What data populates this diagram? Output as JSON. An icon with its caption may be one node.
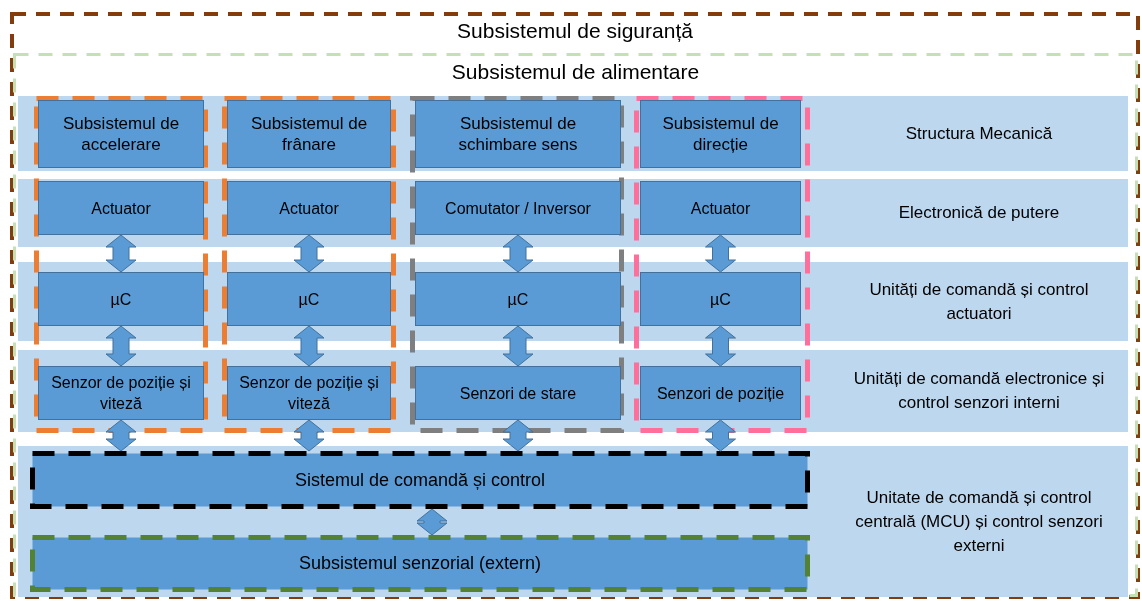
{
  "diagram": {
    "nodes": [
      {
        "text": [
          "Subsistemul de siguranță"
        ]
      },
      {
        "text": [
          "Subsistemul de alimentare"
        ],
        "in": 0
      },
      {
        "text": [
          "Structura Mecanică"
        ],
        "in": 1
      },
      {
        "text": [
          "Electronică de putere"
        ],
        "in": 1
      },
      {
        "text": [
          "Unități de comandă și control actuatori"
        ],
        "in": 1
      },
      {
        "text": [
          "Unități de comandă electronice și control senzori interni"
        ],
        "in": 1
      },
      {
        "text": [
          "Unitate de comandă și control centrală (MCU) și control senzori externi"
        ],
        "in": 1
      },
      {
        "text": [],
        "shape": "box",
        "in": 1
      },
      {
        "text": [
          "Subsistemul de accelerare"
        ]
      },
      {
        "text": [
          "Actuator"
        ]
      },
      {
        "text": [
          "µC"
        ]
      },
      {
        "text": [
          "Senzor de poziție și viteză"
        ]
      },
      {
        "text": [],
        "shape": "box",
        "in": 1
      },
      {
        "text": [
          "Subsistemul de frânare"
        ]
      },
      {
        "text": [
          "Actuator"
        ]
      },
      {
        "text": [
          "µC"
        ]
      },
      {
        "text": [
          "Senzor de poziție și viteză"
        ]
      },
      {
        "text": [],
        "shape": "box",
        "in": 1
      },
      {
        "text": [
          "Subsistemul de schimbare sens"
        ]
      },
      {
        "text": [
          "Comutator / Inversor"
        ]
      },
      {
        "text": [
          "µC"
        ]
      },
      {
        "text": [
          "Senzori de stare"
        ]
      },
      {
        "text": [],
        "shape": "box",
        "in": 1
      },
      {
        "text": [
          "Subsistemul de direcție"
        ]
      },
      {
        "text": [
          "Actuator"
        ]
      },
      {
        "text": [
          "µC"
        ]
      },
      {
        "text": [
          "Senzori de poziție"
        ]
      },
      {
        "text": [
          "Sistemul de comandă și control"
        ],
        "in": 6
      },
      {
        "text": [
          "Subsistemul senzorial (extern)"
        ],
        "in": 6
      }
    ],
    "edges": [
      {
        "from": 9,
        "to": 10,
        "arrow": "both"
      },
      {
        "from": 10,
        "to": 11,
        "arrow": "both"
      },
      {
        "from": 11,
        "to": 27,
        "arrow": "both"
      },
      {
        "from": 14,
        "to": 15,
        "arrow": "both"
      },
      {
        "from": 15,
        "to": 16,
        "arrow": "both"
      },
      {
        "from": 16,
        "to": 27,
        "arrow": "both"
      },
      {
        "from": 19,
        "to": 20,
        "arrow": "both"
      },
      {
        "from": 20,
        "to": 21,
        "arrow": "both"
      },
      {
        "from": 21,
        "to": 27,
        "arrow": "both"
      },
      {
        "from": 24,
        "to": 25,
        "arrow": "both"
      },
      {
        "from": 25,
        "to": 26,
        "arrow": "both"
      },
      {
        "from": 26,
        "to": 27,
        "arrow": "both"
      },
      {
        "from": 27,
        "to": 28,
        "arrow": "both"
      }
    ]
  }
}
